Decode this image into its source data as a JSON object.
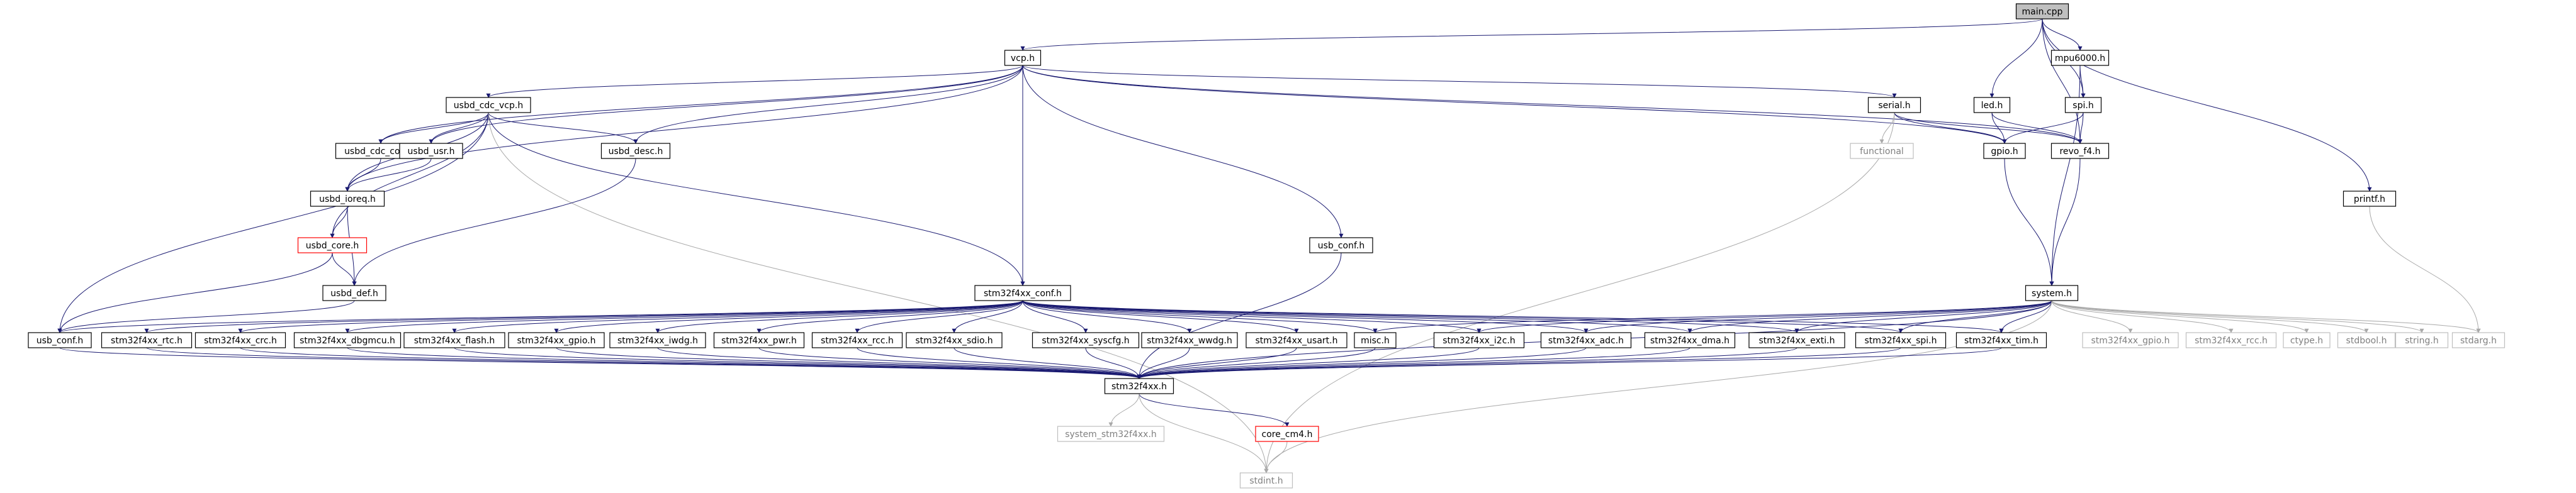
{
  "colors": {
    "root_fill": "#bfbfbf",
    "node_border": "#000000",
    "missing_border": "#bfbfbf",
    "error_border": "#ff0000",
    "edge": "#191970",
    "edge_missing": "#a9a9a9",
    "text": "#000000",
    "text_missing": "#808080"
  },
  "nodes": [
    {
      "id": "main_cpp",
      "label": "main.cpp",
      "kind": "root"
    },
    {
      "id": "vcp_h",
      "label": "vcp.h",
      "kind": "normal"
    },
    {
      "id": "mpu6000_h",
      "label": "mpu6000.h",
      "kind": "normal"
    },
    {
      "id": "usbd_cdc_vcp_h",
      "label": "usbd_cdc_vcp.h",
      "kind": "normal"
    },
    {
      "id": "serial_h",
      "label": "serial.h",
      "kind": "normal"
    },
    {
      "id": "led_h",
      "label": "led.h",
      "kind": "normal"
    },
    {
      "id": "spi_h",
      "label": "spi.h",
      "kind": "normal"
    },
    {
      "id": "usbd_cdc_core_h",
      "label": "usbd_cdc_core.h",
      "kind": "normal"
    },
    {
      "id": "usbd_usr_h",
      "label": "usbd_usr.h",
      "kind": "normal"
    },
    {
      "id": "usbd_desc_h",
      "label": "usbd_desc.h",
      "kind": "normal"
    },
    {
      "id": "gpio_h",
      "label": "gpio.h",
      "kind": "normal"
    },
    {
      "id": "revo_f4_h",
      "label": "revo_f4.h",
      "kind": "normal"
    },
    {
      "id": "functional",
      "label": "functional",
      "kind": "missing"
    },
    {
      "id": "usbd_ioreq_h",
      "label": "usbd_ioreq.h",
      "kind": "normal"
    },
    {
      "id": "printf_h",
      "label": "printf.h",
      "kind": "normal"
    },
    {
      "id": "usbd_core_h",
      "label": "usbd_core.h",
      "kind": "error"
    },
    {
      "id": "usb_conf_h_top",
      "label": "usb_conf.h",
      "kind": "normal"
    },
    {
      "id": "usbd_def_h",
      "label": "usbd_def.h",
      "kind": "normal"
    },
    {
      "id": "stm32f4xx_conf_h",
      "label": "stm32f4xx_conf.h",
      "kind": "normal"
    },
    {
      "id": "system_h",
      "label": "system.h",
      "kind": "normal"
    },
    {
      "id": "usb_conf_h",
      "label": "usb_conf.h",
      "kind": "normal"
    },
    {
      "id": "stm32f4xx_rtc_h",
      "label": "stm32f4xx_rtc.h",
      "kind": "normal"
    },
    {
      "id": "stm32f4xx_crc_h",
      "label": "stm32f4xx_crc.h",
      "kind": "normal"
    },
    {
      "id": "stm32f4xx_dbgmcu_h",
      "label": "stm32f4xx_dbgmcu.h",
      "kind": "normal"
    },
    {
      "id": "stm32f4xx_flash_h",
      "label": "stm32f4xx_flash.h",
      "kind": "normal"
    },
    {
      "id": "stm32f4xx_gpio_h",
      "label": "stm32f4xx_gpio.h",
      "kind": "normal"
    },
    {
      "id": "stm32f4xx_iwdg_h",
      "label": "stm32f4xx_iwdg.h",
      "kind": "normal"
    },
    {
      "id": "stm32f4xx_pwr_h",
      "label": "stm32f4xx_pwr.h",
      "kind": "normal"
    },
    {
      "id": "stm32f4xx_rcc_h",
      "label": "stm32f4xx_rcc.h",
      "kind": "normal"
    },
    {
      "id": "stm32f4xx_sdio_h",
      "label": "stm32f4xx_sdio.h",
      "kind": "normal"
    },
    {
      "id": "stm32f4xx_syscfg_h",
      "label": "stm32f4xx_syscfg.h",
      "kind": "normal"
    },
    {
      "id": "stm32f4xx_wwdg_h",
      "label": "stm32f4xx_wwdg.h",
      "kind": "normal"
    },
    {
      "id": "stm32f4xx_usart_h",
      "label": "stm32f4xx_usart.h",
      "kind": "normal"
    },
    {
      "id": "misc_h",
      "label": "misc.h",
      "kind": "normal"
    },
    {
      "id": "stm32f4xx_i2c_h",
      "label": "stm32f4xx_i2c.h",
      "kind": "normal"
    },
    {
      "id": "stm32f4xx_adc_h",
      "label": "stm32f4xx_adc.h",
      "kind": "normal"
    },
    {
      "id": "stm32f4xx_dma_h",
      "label": "stm32f4xx_dma.h",
      "kind": "normal"
    },
    {
      "id": "stm32f4xx_exti_h",
      "label": "stm32f4xx_exti.h",
      "kind": "normal"
    },
    {
      "id": "stm32f4xx_spi_h",
      "label": "stm32f4xx_spi.h",
      "kind": "normal"
    },
    {
      "id": "stm32f4xx_tim_h",
      "label": "stm32f4xx_tim.h",
      "kind": "normal"
    },
    {
      "id": "stm32f4xx_gpio_h_sys",
      "label": "stm32f4xx_gpio.h",
      "kind": "missing"
    },
    {
      "id": "stm32f4xx_rcc_h_sys",
      "label": "stm32f4xx_rcc.h",
      "kind": "missing"
    },
    {
      "id": "ctype_h",
      "label": "ctype.h",
      "kind": "missing"
    },
    {
      "id": "stdbool_h",
      "label": "stdbool.h",
      "kind": "missing"
    },
    {
      "id": "string_h",
      "label": "string.h",
      "kind": "missing"
    },
    {
      "id": "stdarg_h",
      "label": "stdarg.h",
      "kind": "missing"
    },
    {
      "id": "stm32f4xx_h",
      "label": "stm32f4xx.h",
      "kind": "normal"
    },
    {
      "id": "system_stm32f4xx_h",
      "label": "system_stm32f4xx.h",
      "kind": "missing"
    },
    {
      "id": "core_cm4_h",
      "label": "core_cm4.h",
      "kind": "error"
    },
    {
      "id": "stdint_h",
      "label": "stdint.h",
      "kind": "missing"
    }
  ],
  "edges": [
    [
      "main_cpp",
      "vcp_h"
    ],
    [
      "main_cpp",
      "mpu6000_h"
    ],
    [
      "main_cpp",
      "led_h"
    ],
    [
      "main_cpp",
      "spi_h"
    ],
    [
      "main_cpp",
      "revo_f4_h"
    ],
    [
      "main_cpp",
      "printf_h"
    ],
    [
      "vcp_h",
      "usbd_cdc_vcp_h"
    ],
    [
      "vcp_h",
      "serial_h"
    ],
    [
      "vcp_h",
      "usbd_cdc_core_h"
    ],
    [
      "vcp_h",
      "usbd_usr_h"
    ],
    [
      "vcp_h",
      "usbd_desc_h"
    ],
    [
      "vcp_h",
      "usbd_ioreq_h"
    ],
    [
      "vcp_h",
      "usb_conf_h_top"
    ],
    [
      "vcp_h",
      "stm32f4xx_conf_h"
    ],
    [
      "vcp_h",
      "gpio_h"
    ],
    [
      "vcp_h",
      "revo_f4_h"
    ],
    [
      "mpu6000_h",
      "spi_h"
    ],
    [
      "mpu6000_h",
      "system_h"
    ],
    [
      "usbd_cdc_vcp_h",
      "usbd_cdc_core_h"
    ],
    [
      "usbd_cdc_vcp_h",
      "usbd_usr_h"
    ],
    [
      "usbd_cdc_vcp_h",
      "usbd_desc_h"
    ],
    [
      "usbd_cdc_vcp_h",
      "usbd_ioreq_h"
    ],
    [
      "usbd_cdc_vcp_h",
      "usbd_core_h"
    ],
    [
      "usbd_cdc_vcp_h",
      "usb_conf_h"
    ],
    [
      "usbd_cdc_vcp_h",
      "stm32f4xx_conf_h"
    ],
    [
      "usbd_cdc_vcp_h",
      "stdint_h"
    ],
    [
      "serial_h",
      "functional"
    ],
    [
      "serial_h",
      "gpio_h"
    ],
    [
      "serial_h",
      "revo_f4_h"
    ],
    [
      "serial_h",
      "stdint_h"
    ],
    [
      "led_h",
      "gpio_h"
    ],
    [
      "led_h",
      "revo_f4_h"
    ],
    [
      "spi_h",
      "gpio_h"
    ],
    [
      "spi_h",
      "revo_f4_h"
    ],
    [
      "usbd_cdc_core_h",
      "usbd_ioreq_h"
    ],
    [
      "usbd_usr_h",
      "usbd_ioreq_h"
    ],
    [
      "usbd_desc_h",
      "usbd_def_h"
    ],
    [
      "gpio_h",
      "system_h"
    ],
    [
      "revo_f4_h",
      "system_h"
    ],
    [
      "usbd_ioreq_h",
      "usbd_core_h"
    ],
    [
      "usbd_ioreq_h",
      "usbd_def_h"
    ],
    [
      "printf_h",
      "stdarg_h"
    ],
    [
      "usbd_core_h",
      "usbd_def_h"
    ],
    [
      "usbd_core_h",
      "usb_conf_h"
    ],
    [
      "usb_conf_h_top",
      "stm32f4xx_h"
    ],
    [
      "usbd_def_h",
      "usb_conf_h"
    ],
    [
      "stm32f4xx_conf_h",
      "usb_conf_h"
    ],
    [
      "stm32f4xx_conf_h",
      "stm32f4xx_rtc_h"
    ],
    [
      "stm32f4xx_conf_h",
      "stm32f4xx_crc_h"
    ],
    [
      "stm32f4xx_conf_h",
      "stm32f4xx_dbgmcu_h"
    ],
    [
      "stm32f4xx_conf_h",
      "stm32f4xx_flash_h"
    ],
    [
      "stm32f4xx_conf_h",
      "stm32f4xx_gpio_h"
    ],
    [
      "stm32f4xx_conf_h",
      "stm32f4xx_iwdg_h"
    ],
    [
      "stm32f4xx_conf_h",
      "stm32f4xx_pwr_h"
    ],
    [
      "stm32f4xx_conf_h",
      "stm32f4xx_rcc_h"
    ],
    [
      "stm32f4xx_conf_h",
      "stm32f4xx_sdio_h"
    ],
    [
      "stm32f4xx_conf_h",
      "stm32f4xx_syscfg_h"
    ],
    [
      "stm32f4xx_conf_h",
      "stm32f4xx_wwdg_h"
    ],
    [
      "stm32f4xx_conf_h",
      "stm32f4xx_usart_h"
    ],
    [
      "stm32f4xx_conf_h",
      "misc_h"
    ],
    [
      "stm32f4xx_conf_h",
      "stm32f4xx_i2c_h"
    ],
    [
      "stm32f4xx_conf_h",
      "stm32f4xx_adc_h"
    ],
    [
      "stm32f4xx_conf_h",
      "stm32f4xx_dma_h"
    ],
    [
      "stm32f4xx_conf_h",
      "stm32f4xx_exti_h"
    ],
    [
      "stm32f4xx_conf_h",
      "stm32f4xx_spi_h"
    ],
    [
      "stm32f4xx_conf_h",
      "stm32f4xx_tim_h"
    ],
    [
      "system_h",
      "misc_h"
    ],
    [
      "system_h",
      "stm32f4xx_i2c_h"
    ],
    [
      "system_h",
      "stm32f4xx_adc_h"
    ],
    [
      "system_h",
      "stm32f4xx_dma_h"
    ],
    [
      "system_h",
      "stm32f4xx_exti_h"
    ],
    [
      "system_h",
      "stm32f4xx_spi_h"
    ],
    [
      "system_h",
      "stm32f4xx_tim_h"
    ],
    [
      "system_h",
      "stm32f4xx_gpio_h_sys"
    ],
    [
      "system_h",
      "stm32f4xx_rcc_h_sys"
    ],
    [
      "system_h",
      "ctype_h"
    ],
    [
      "system_h",
      "stdbool_h"
    ],
    [
      "system_h",
      "string_h"
    ],
    [
      "system_h",
      "stdarg_h"
    ],
    [
      "system_h",
      "stm32f4xx_h"
    ],
    [
      "system_h",
      "stdint_h"
    ],
    [
      "usb_conf_h",
      "stm32f4xx_h"
    ],
    [
      "stm32f4xx_rtc_h",
      "stm32f4xx_h"
    ],
    [
      "stm32f4xx_crc_h",
      "stm32f4xx_h"
    ],
    [
      "stm32f4xx_dbgmcu_h",
      "stm32f4xx_h"
    ],
    [
      "stm32f4xx_flash_h",
      "stm32f4xx_h"
    ],
    [
      "stm32f4xx_gpio_h",
      "stm32f4xx_h"
    ],
    [
      "stm32f4xx_iwdg_h",
      "stm32f4xx_h"
    ],
    [
      "stm32f4xx_pwr_h",
      "stm32f4xx_h"
    ],
    [
      "stm32f4xx_rcc_h",
      "stm32f4xx_h"
    ],
    [
      "stm32f4xx_sdio_h",
      "stm32f4xx_h"
    ],
    [
      "stm32f4xx_syscfg_h",
      "stm32f4xx_h"
    ],
    [
      "stm32f4xx_wwdg_h",
      "stm32f4xx_h"
    ],
    [
      "stm32f4xx_usart_h",
      "stm32f4xx_h"
    ],
    [
      "misc_h",
      "stm32f4xx_h"
    ],
    [
      "stm32f4xx_i2c_h",
      "stm32f4xx_h"
    ],
    [
      "stm32f4xx_adc_h",
      "stm32f4xx_h"
    ],
    [
      "stm32f4xx_dma_h",
      "stm32f4xx_h"
    ],
    [
      "stm32f4xx_exti_h",
      "stm32f4xx_h"
    ],
    [
      "stm32f4xx_spi_h",
      "stm32f4xx_h"
    ],
    [
      "stm32f4xx_tim_h",
      "stm32f4xx_h"
    ],
    [
      "stm32f4xx_h",
      "system_stm32f4xx_h"
    ],
    [
      "stm32f4xx_h",
      "core_cm4_h"
    ],
    [
      "stm32f4xx_h",
      "stdint_h"
    ],
    [
      "core_cm4_h",
      "stdint_h"
    ]
  ]
}
